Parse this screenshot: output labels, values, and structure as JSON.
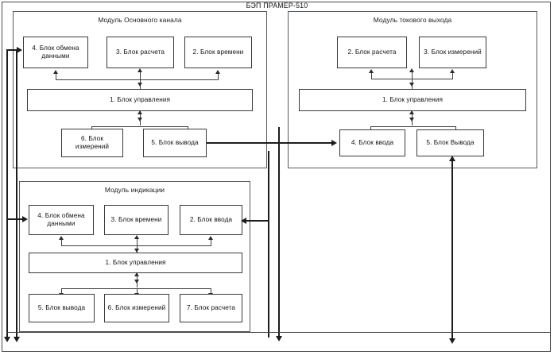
{
  "diagram": {
    "title": "БЭП ПРАМЕР-510",
    "modules": [
      {
        "id": "main-channel",
        "title": "Модуль Основного канала",
        "blocks": [
          {
            "id": "main-data-exchange",
            "label": "4. Блок обмена данными"
          },
          {
            "id": "main-calculation",
            "label": "3. Блок расчета"
          },
          {
            "id": "main-time",
            "label": "2. Блок времени"
          },
          {
            "id": "main-control",
            "label": "1. Блок управления"
          },
          {
            "id": "main-measurement",
            "label": "6. Блок измерений"
          },
          {
            "id": "main-output",
            "label": "5. Блок вывода"
          }
        ]
      },
      {
        "id": "current-output",
        "title": "Модуль токового выхода",
        "blocks": [
          {
            "id": "cur-calculation",
            "label": "2. Блок расчета"
          },
          {
            "id": "cur-measurement",
            "label": "3. Блок измерений"
          },
          {
            "id": "cur-control",
            "label": "1. Блок управления"
          },
          {
            "id": "cur-input",
            "label": "4. Блок ввода"
          },
          {
            "id": "cur-output",
            "label": "5. Блок Вывода"
          }
        ]
      },
      {
        "id": "indication",
        "title": "Модуль индикации",
        "blocks": [
          {
            "id": "ind-data-exchange",
            "label": "4. Блок обмена данными"
          },
          {
            "id": "ind-time",
            "label": "3. Блок времени"
          },
          {
            "id": "ind-input",
            "label": "2. Блок ввода"
          },
          {
            "id": "ind-control",
            "label": "1. Блок управления"
          },
          {
            "id": "ind-output",
            "label": "5. Блок вывода"
          },
          {
            "id": "ind-measurement",
            "label": "6. Блок измерений"
          },
          {
            "id": "ind-calculation",
            "label": "7. Блок расчета"
          }
        ]
      }
    ],
    "colors": {
      "line": "#3f3f3f",
      "arrow": "#1d1d1d",
      "frame": "#555a5f",
      "text": "#111111",
      "background": "#ffffff"
    }
  }
}
